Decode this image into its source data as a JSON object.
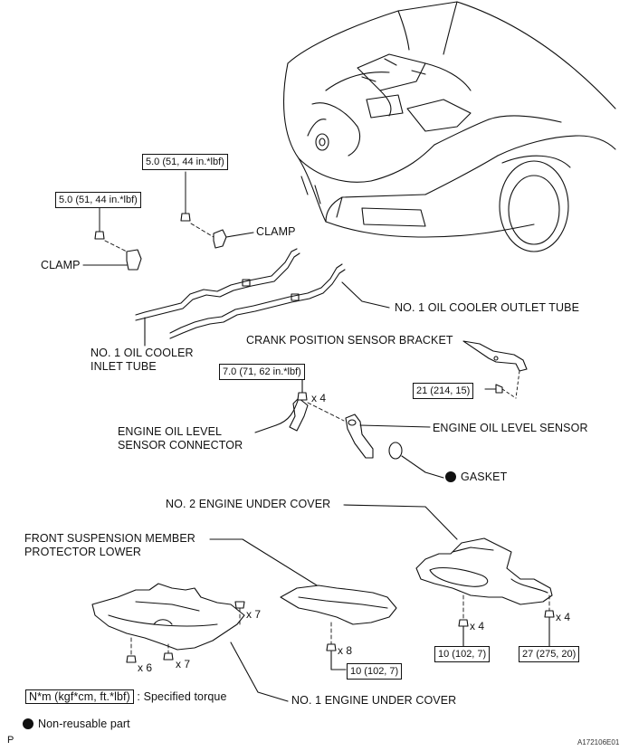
{
  "torque_labels": {
    "clamp_bolt_upper": "5.0 (51, 44 in.*lbf)",
    "clamp_bolt_lower": "5.0 (51, 44 in.*lbf)",
    "sensor_bolt": "7.0 (71, 62 in.*lbf)",
    "bracket_bolt": "21 (214, 15)",
    "under_cover_no1_front": "10 (102, 7)",
    "under_cover_no2_left": "10 (102, 7)",
    "under_cover_no2_right": "27 (275, 20)"
  },
  "part_labels": {
    "clamp_right": "CLAMP",
    "clamp_left": "CLAMP",
    "outlet_tube": "NO. 1 OIL COOLER OUTLET TUBE",
    "inlet_tube_line1": "NO. 1 OIL COOLER",
    "inlet_tube_line2": "INLET TUBE",
    "crank_bracket": "CRANK POSITION SENSOR BRACKET",
    "level_connector_line1": "ENGINE OIL LEVEL",
    "level_connector_line2": "SENSOR CONNECTOR",
    "level_sensor": "ENGINE OIL LEVEL SENSOR",
    "gasket": "GASKET",
    "no2_under_cover": "NO. 2 ENGINE UNDER COVER",
    "protector_line1": "FRONT SUSPENSION MEMBER",
    "protector_line2": "PROTECTOR LOWER",
    "no1_under_cover": "NO. 1 ENGINE UNDER COVER"
  },
  "quantities": {
    "sensor_bolts": "x 4",
    "cover1_right": "x 7",
    "cover1_bottom_left": "x 6",
    "cover1_bottom_mid": "x 7",
    "protector_bolts": "x 8",
    "cover2_left": "x 4",
    "cover2_right": "x 4"
  },
  "legend": {
    "torque_unit": "N*m (kgf*cm, ft.*lbf)",
    "torque_desc": ": Specified torque",
    "nonreusable": "Non-reusable part"
  },
  "corner": {
    "left": "P",
    "figure_id": "A172106E01"
  }
}
